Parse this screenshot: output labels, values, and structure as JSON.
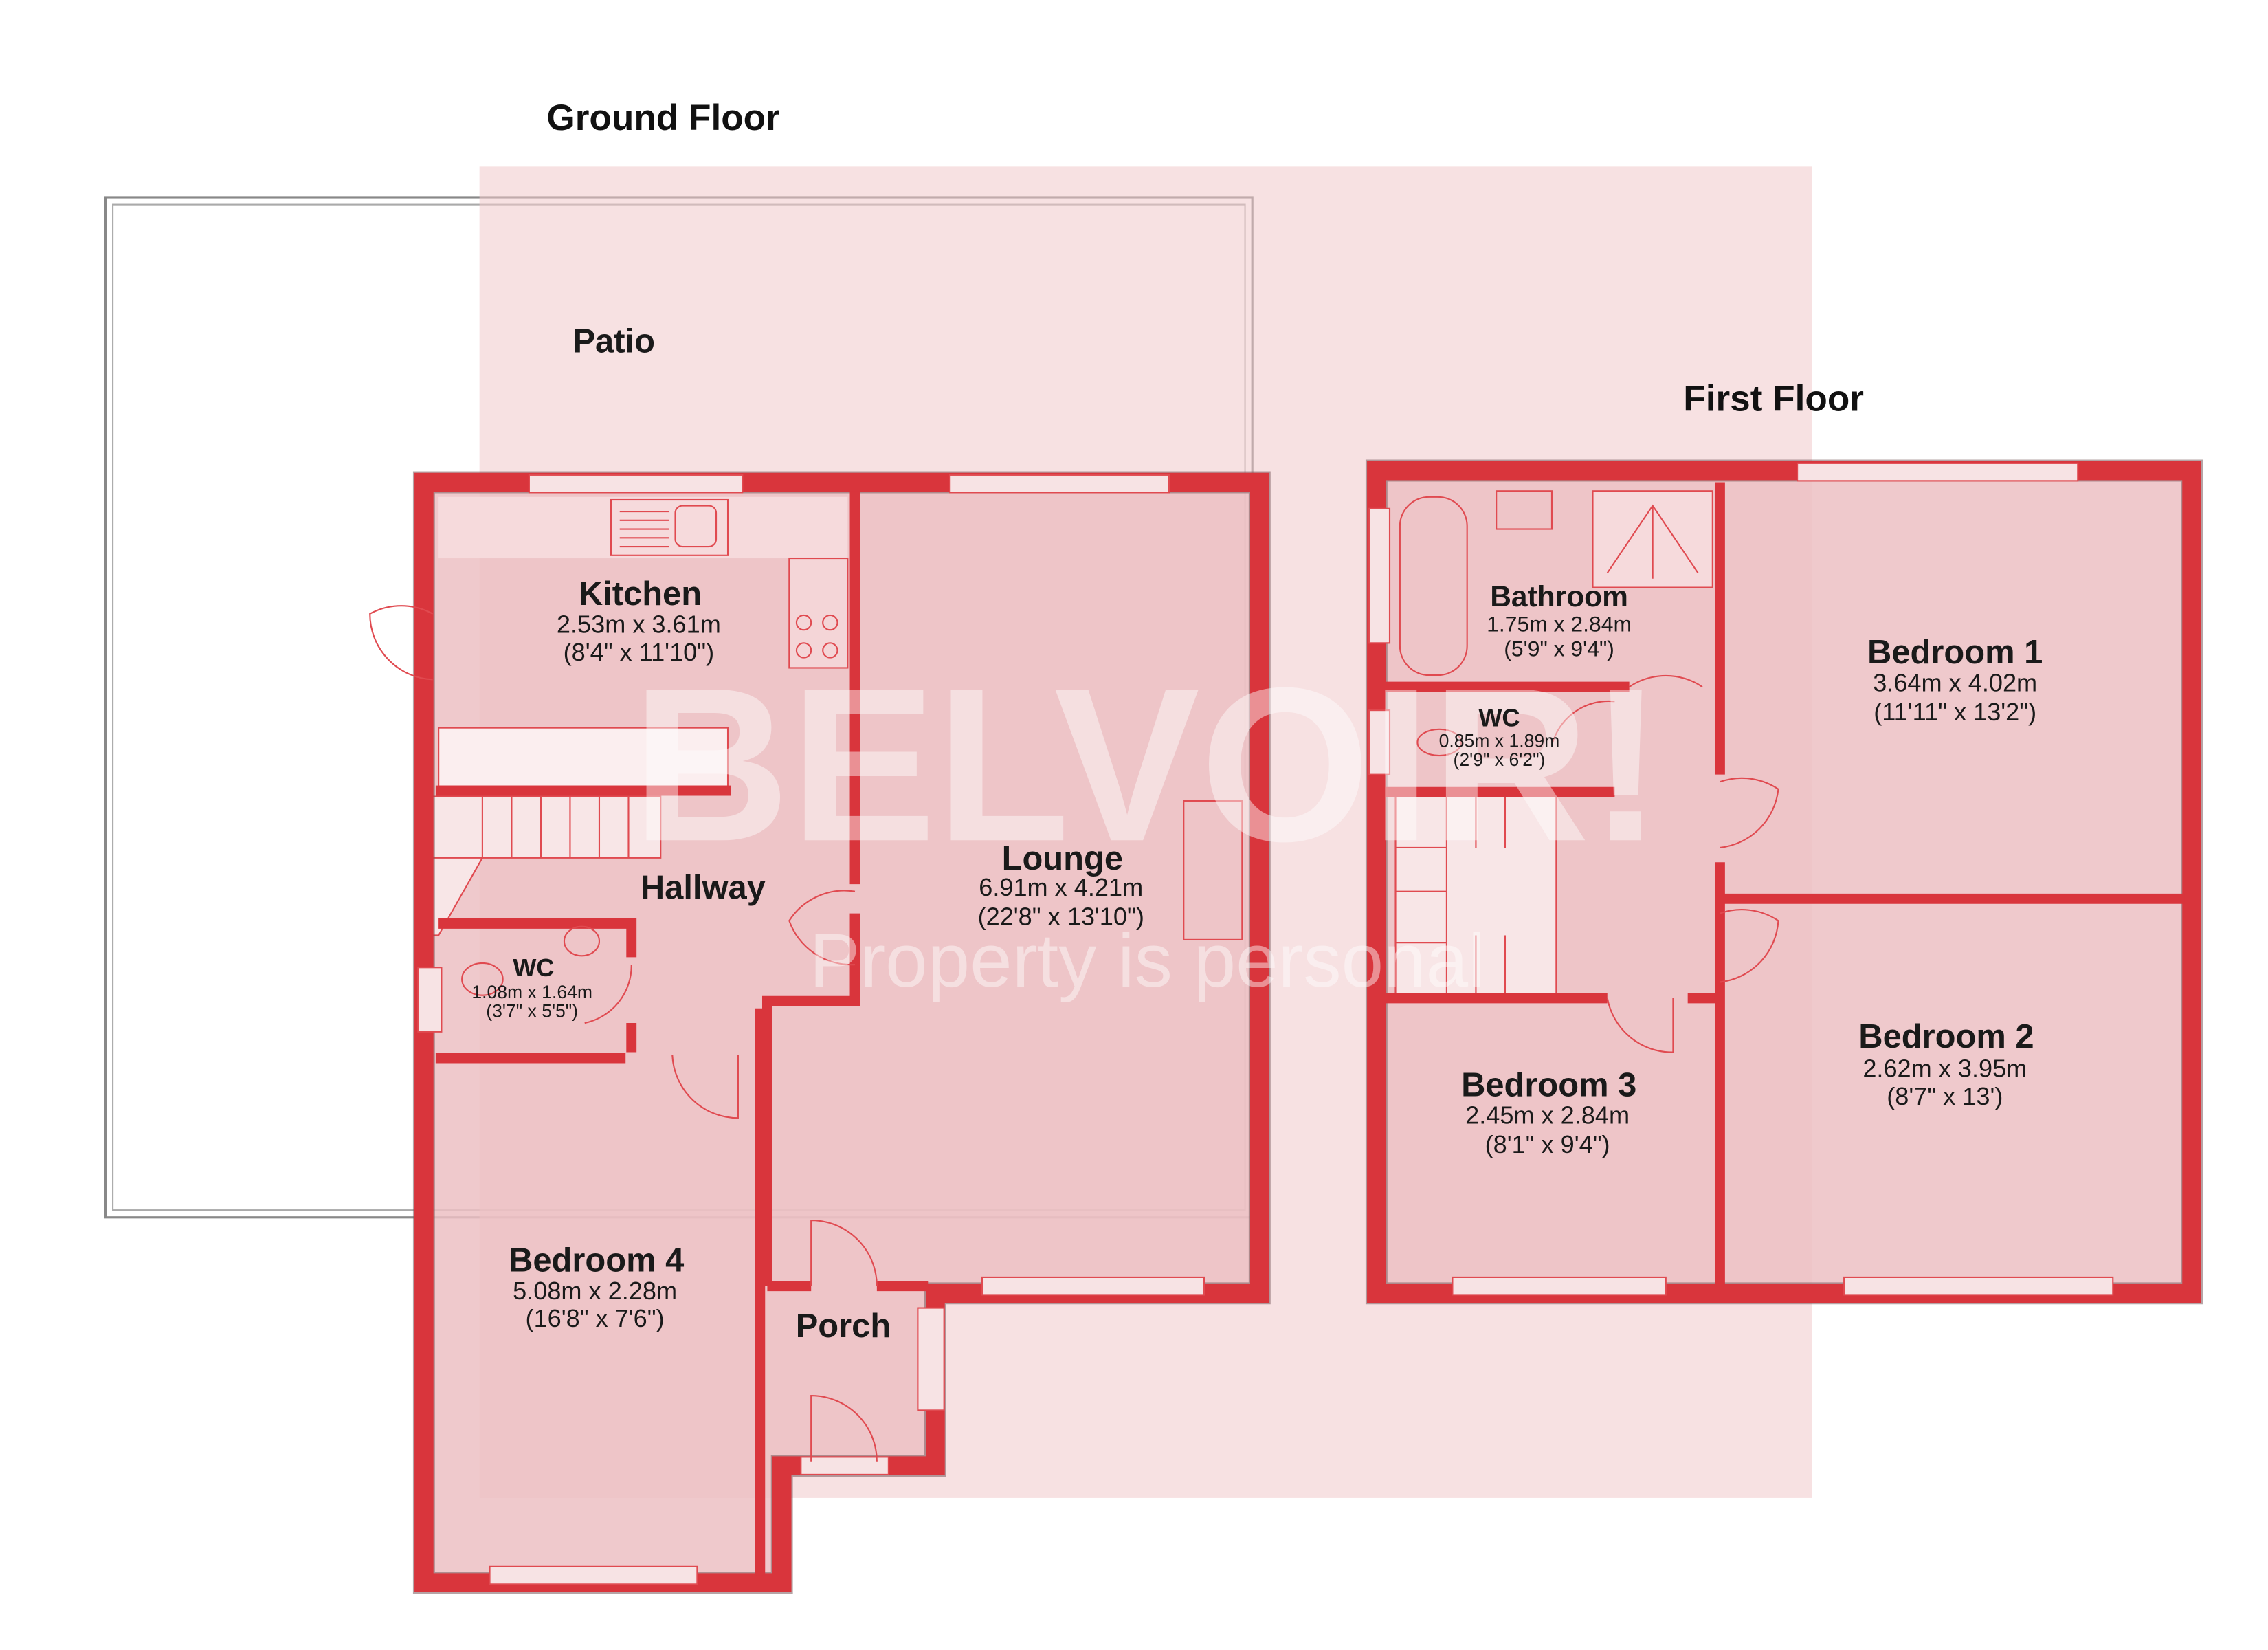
{
  "ground_floor": {
    "title": "Ground Floor",
    "rooms": [
      {
        "name": "Patio"
      },
      {
        "name": "Kitchen",
        "metric": "2.53m x 3.61m",
        "imperial": "(8'4\" x 11'10\")"
      },
      {
        "name": "Hallway"
      },
      {
        "name": "Lounge",
        "metric": "6.91m x 4.21m",
        "imperial": "(22'8\" x 13'10\")"
      },
      {
        "name": "WC",
        "metric": "1.08m x 1.64m",
        "imperial": "(3'7\" x 5'5\")"
      },
      {
        "name": "Bedroom 4",
        "metric": "5.08m x 2.28m",
        "imperial": "(16'8\" x 7'6\")"
      },
      {
        "name": "Porch"
      }
    ]
  },
  "first_floor": {
    "title": "First Floor",
    "rooms": [
      {
        "name": "Bathroom",
        "metric": "1.75m x 2.84m",
        "imperial": "(5'9\" x 9'4\")"
      },
      {
        "name": "WC",
        "metric": "0.85m x 1.89m",
        "imperial": "(2'9\" x 6'2\")"
      },
      {
        "name": "Bedroom 1",
        "metric": "3.64m x 4.02m",
        "imperial": "(11'11\" x 13'2\")"
      },
      {
        "name": "Bedroom 2",
        "metric": "2.62m x 3.95m",
        "imperial": "(8'7\" x 13')"
      },
      {
        "name": "Bedroom 3",
        "metric": "2.45m x 2.84m",
        "imperial": "(8'1\" x 9'4\")"
      }
    ]
  },
  "watermark": {
    "logo": "BELVOIR!",
    "tagline": "Property is personal"
  },
  "colors": {
    "wall": "#d9353c",
    "floor": "#ecc0c3",
    "overlay": "#f0c8cb"
  }
}
